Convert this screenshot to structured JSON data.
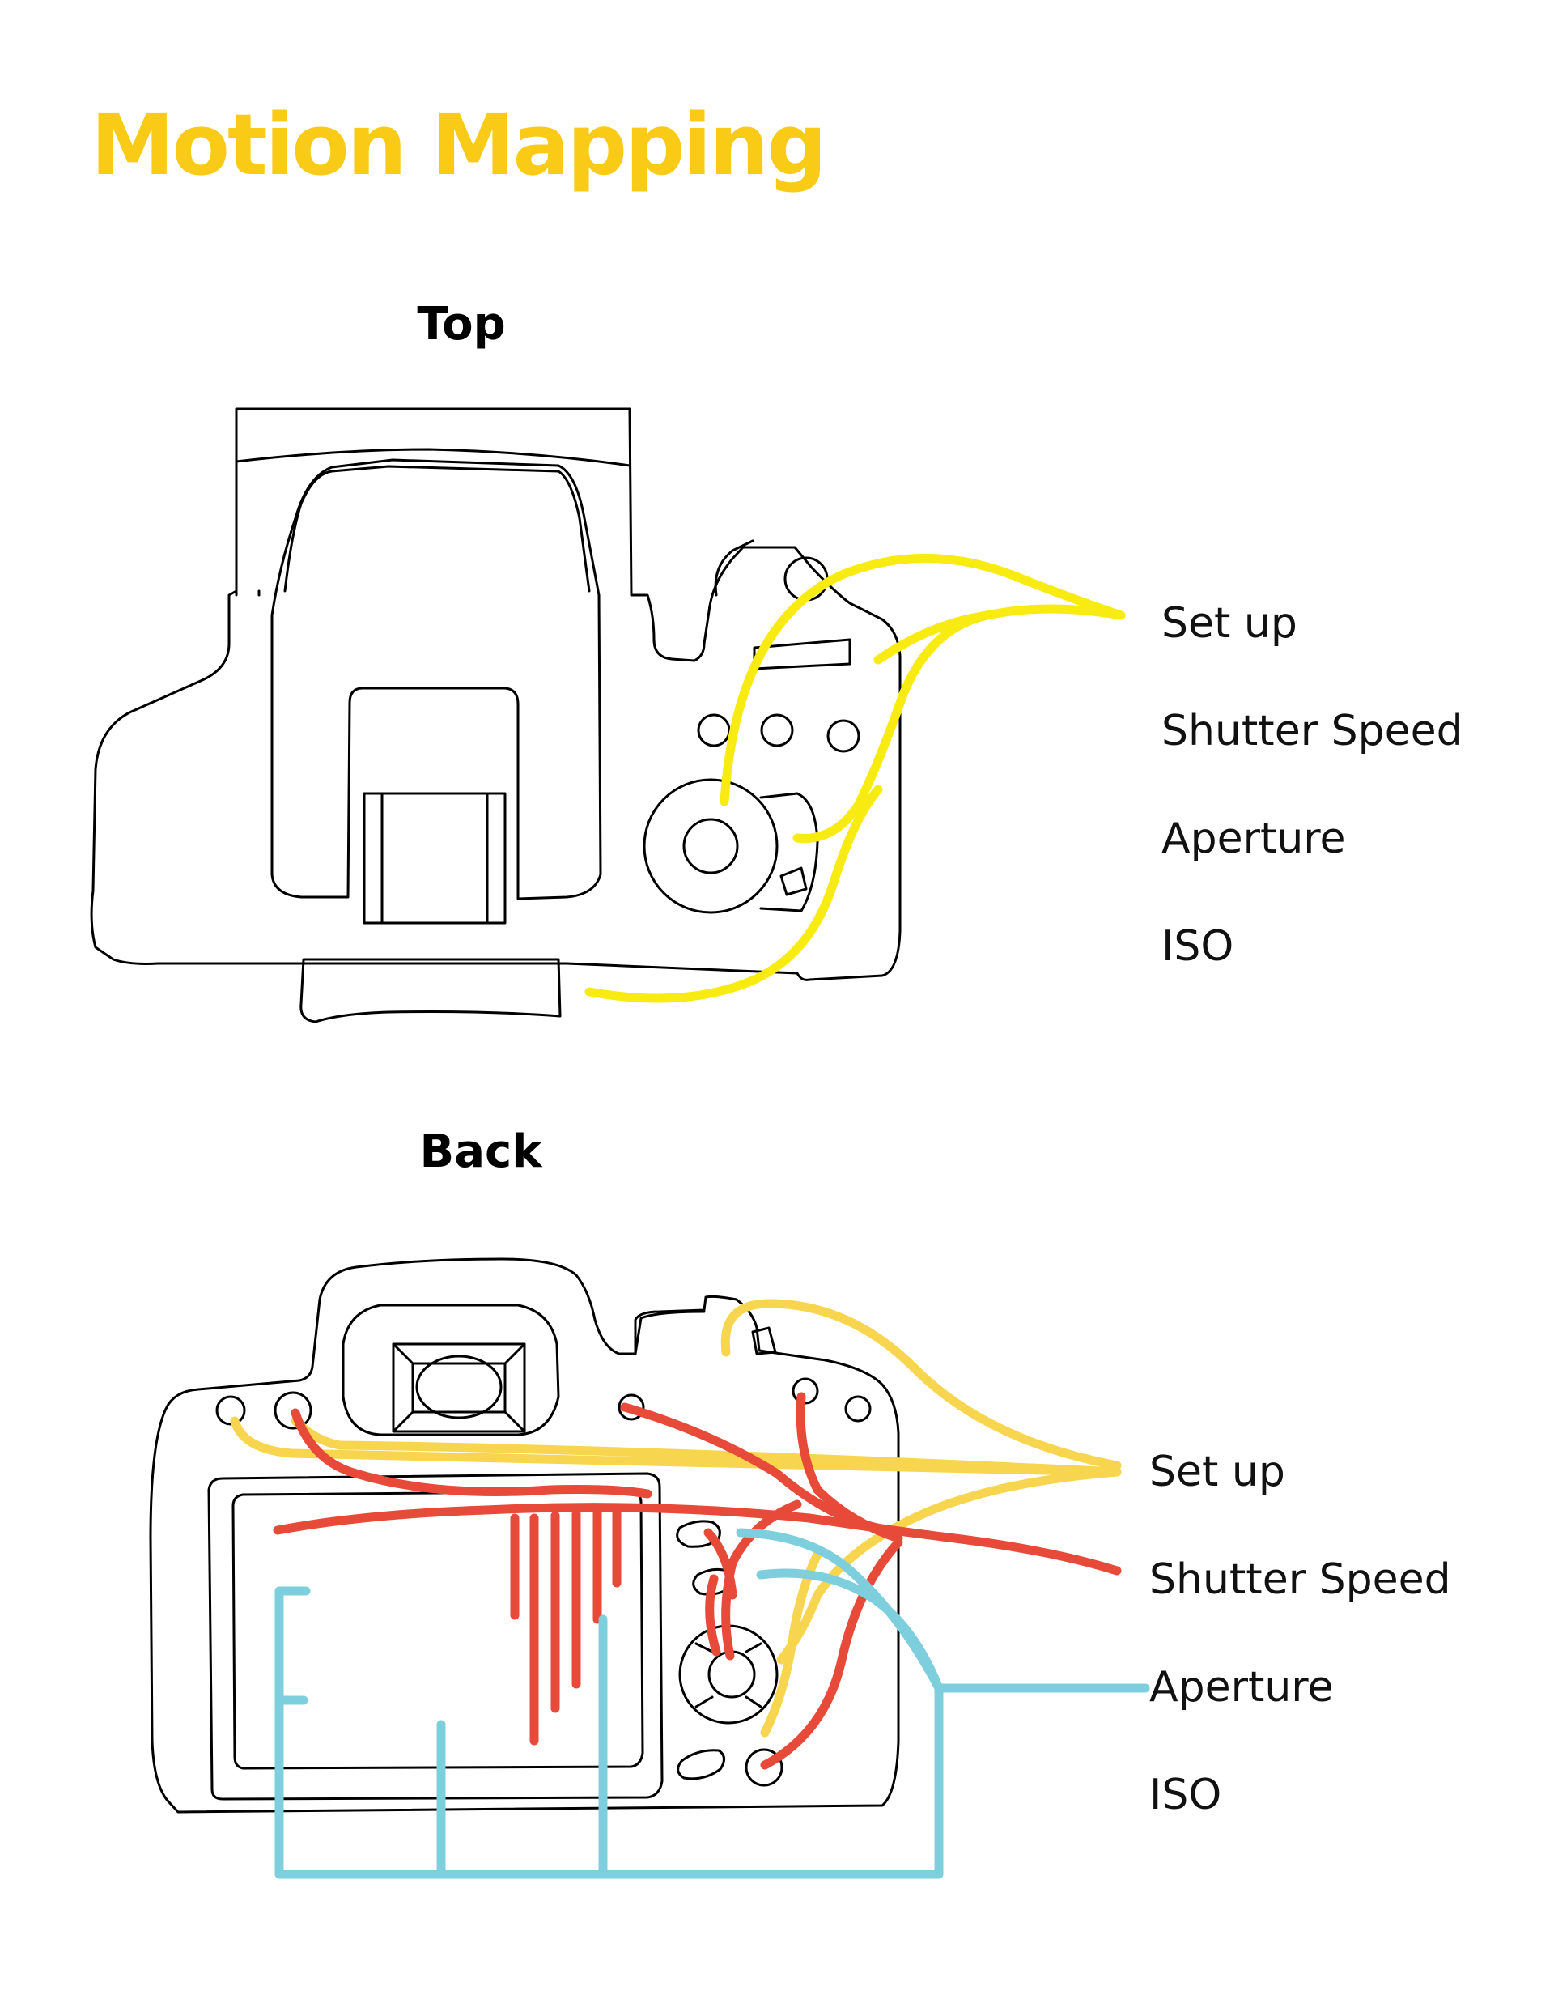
{
  "title": "Motion Mapping",
  "colors": {
    "title": "#F9CB17",
    "top_lines": "#F7EB11",
    "back_setup": "#F8D54E",
    "back_shutter": "#E84A3A",
    "back_aperture": "#7ECFDD"
  },
  "top": {
    "heading": "Top",
    "labels": [
      "Set up",
      "Shutter Speed",
      "Aperture",
      "ISO"
    ]
  },
  "back": {
    "heading": "Back",
    "labels": [
      "Set up",
      "Shutter Speed",
      "Aperture",
      "ISO"
    ]
  },
  "icons": [
    "camera-top-view-icon",
    "camera-back-view-icon"
  ]
}
